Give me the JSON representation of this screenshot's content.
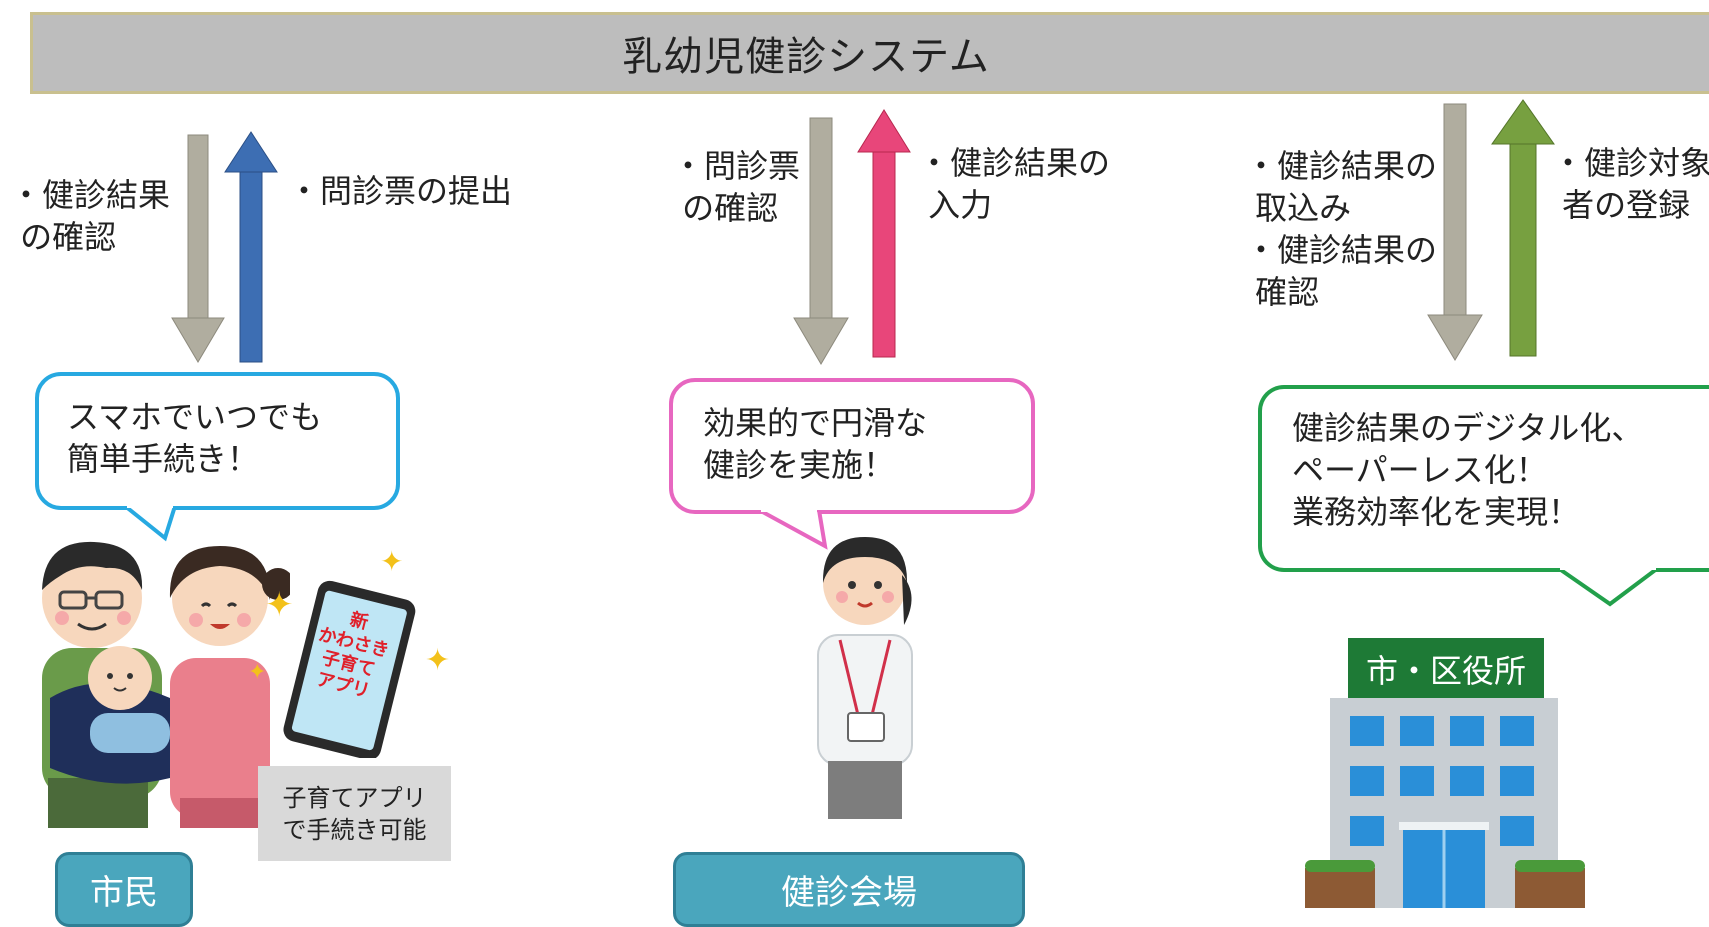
{
  "title": "乳幼児健診システム",
  "citizen": {
    "left_label": "・健診結果\n の確認",
    "right_label": "・問診票の提出",
    "bubble": "スマホでいつでも\n簡単手続き！",
    "phone_text": "新\nかわさき\n子育て\nアプリ",
    "note": "子育てアプリ\nで手続き可能",
    "tag": "市民"
  },
  "venue": {
    "left_label": "・問診票\n の確認",
    "right_label": "・健診結果の\n 入力",
    "bubble": "効果的で円滑な\n健診を実施！",
    "tag": "健診会場"
  },
  "office": {
    "left_label": "・健診結果の\n 取込み\n・健診結果の\n 確認",
    "right_label": "・健診対象\n 者の登録",
    "bubble": "健診結果のデジタル化、\nペーパーレス化！\n業務効率化を実現！",
    "sign": "市・区役所"
  },
  "colors": {
    "gray_arrow": "#b0ad9f",
    "blue_arrow": "#3d6eb3",
    "pink_arrow": "#e8467a",
    "green_arrow": "#77a040",
    "citizen_bubble": "#27a9e1",
    "venue_bubble": "#e767c0",
    "office_bubble": "#22a04b"
  }
}
